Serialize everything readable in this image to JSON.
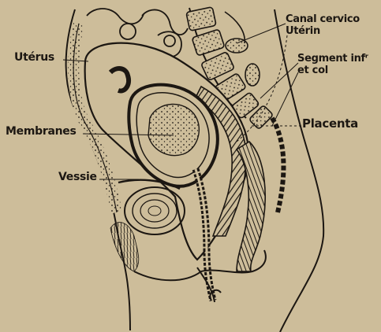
{
  "labels": {
    "uterus": "Utérus",
    "membranes": "Membranes",
    "vessie": "Vessie",
    "canal_line1": "Canal cervico",
    "canal_line2": "Utérin",
    "segment_line1": "Segment infʳ",
    "segment_line2": "et col",
    "placenta": "Placenta"
  },
  "colors": {
    "paper": "#cdbd9a",
    "ink": "#1c1712"
  }
}
